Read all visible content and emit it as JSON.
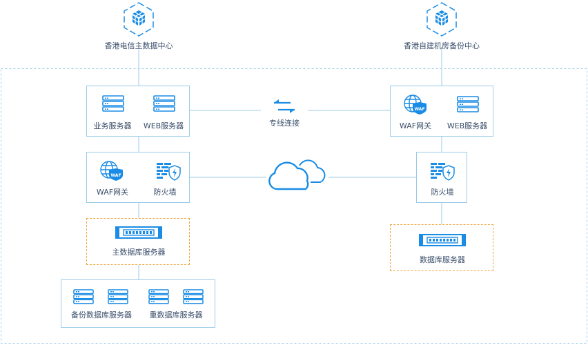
{
  "sites": {
    "primary": {
      "label": "香港电信主数据中心"
    },
    "backup": {
      "label": "香港自建机房备份中心"
    }
  },
  "links": {
    "dedicated": {
      "label": "专线连接"
    }
  },
  "left": {
    "web_tier": {
      "items": [
        {
          "label": "业务服务器",
          "icon": "server-icon"
        },
        {
          "label": "WEB服务器",
          "icon": "server-icon"
        }
      ]
    },
    "security": {
      "items": [
        {
          "label": "WAF网关",
          "icon": "waf-globe-icon"
        },
        {
          "label": "防火墙",
          "icon": "firewall-icon"
        }
      ]
    },
    "main_db": {
      "label": "主数据库服务器",
      "icon": "rack-server-icon"
    },
    "backup_db": {
      "items": [
        {
          "label": "备份数据库服务器",
          "icon": "server-icon"
        },
        {
          "label": "重数据库服务器",
          "icon": "server-icon"
        }
      ]
    }
  },
  "right": {
    "web_tier": {
      "items": [
        {
          "label": "WAF网关",
          "icon": "waf-globe-icon"
        },
        {
          "label": "WEB服务器",
          "icon": "server-icon"
        }
      ]
    },
    "security": {
      "items": [
        {
          "label": "防火墙",
          "icon": "firewall-icon"
        }
      ]
    },
    "db": {
      "label": "数据库服务器",
      "icon": "rack-server-icon"
    }
  },
  "badges": {
    "waf": "WAF"
  },
  "colors": {
    "line": "#9ccbe9",
    "icon": "#1a8ce5",
    "dashed_orange": "#f0a640",
    "text": "#3b4f6b"
  }
}
